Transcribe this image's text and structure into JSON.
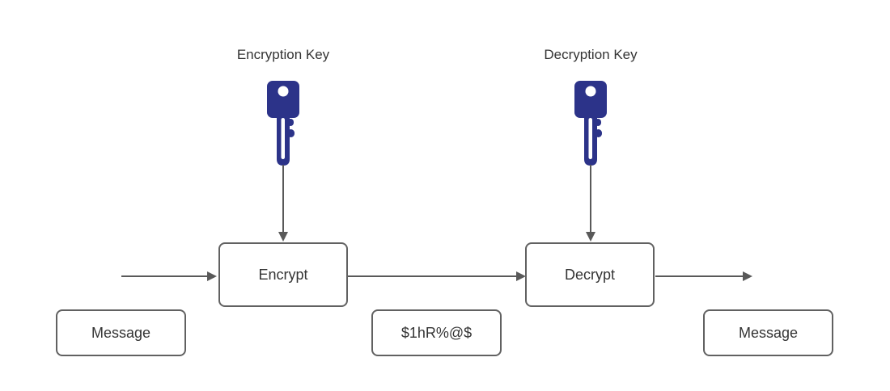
{
  "colors": {
    "key_blue": "#2c3389",
    "arrow_gray": "#595959",
    "box_border_gray": "#616161",
    "text_dark": "#343434",
    "background": "#ffffff"
  },
  "diagram": {
    "keys": {
      "encryption": {
        "label": "Encryption Key",
        "icon": "key-icon"
      },
      "decryption": {
        "label": "Decryption Key",
        "icon": "key-icon"
      }
    },
    "process_boxes": {
      "encrypt": {
        "label": "Encrypt"
      },
      "decrypt": {
        "label": "Decrypt"
      }
    },
    "data_boxes": {
      "input_message": {
        "label": "Message"
      },
      "ciphertext": {
        "label": "$1hR%@$"
      },
      "output_message": {
        "label": "Message"
      }
    }
  }
}
